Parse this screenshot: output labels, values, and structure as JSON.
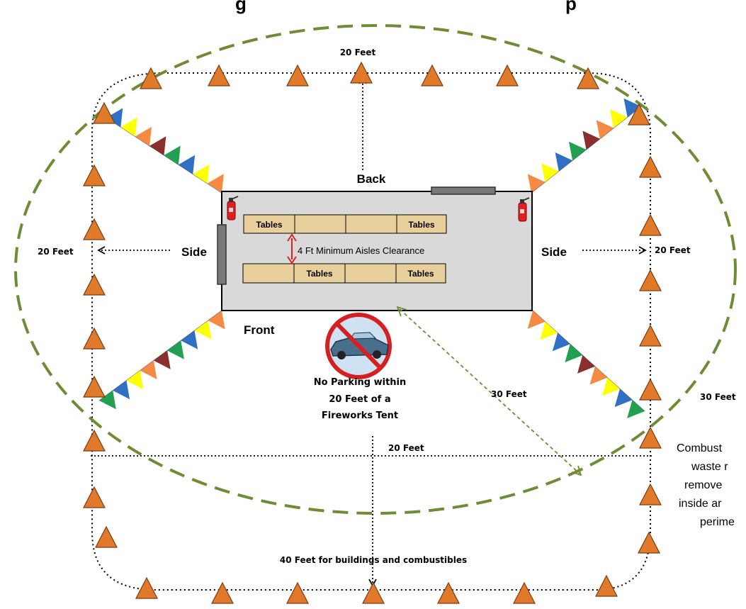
{
  "title_fragment": "g",
  "title_fragment_right": "p",
  "tent": {
    "back_label": "Back",
    "front_label": "Front",
    "side_left_label": "Side",
    "side_right_label": "Side",
    "aisle_label": "4 Ft Minimum Aisles Clearance",
    "table_label": "Tables"
  },
  "distances": {
    "top": "20 Feet",
    "left": "20 Feet",
    "right": "20 Feet",
    "bottom_inner": "20 Feet",
    "diagonal": "30 Feet",
    "right_edge": "30 Feet",
    "bottom_outer": "40 Feet for buildings and combustibles"
  },
  "no_parking": {
    "line1": "No Parking within",
    "line2": "20 Feet of a",
    "line3": "Fireworks Tent"
  },
  "note_lines": [
    "Combust",
    "waste r",
    "remove",
    "inside ar",
    "perime"
  ],
  "colors": {
    "cone": "#e07a2a",
    "cone_outline": "#7a3a10",
    "dashed_oval": "#6f8c35",
    "tent_fill": "#d9d9d9",
    "table_fill": "#e9cf9b",
    "extinguisher": "#e02020",
    "aisle_arrow": "#e02020",
    "pennants": [
      "#f58a42",
      "#ffff00",
      "#2f6fc4",
      "#20a050",
      "#8b2e2e"
    ]
  }
}
